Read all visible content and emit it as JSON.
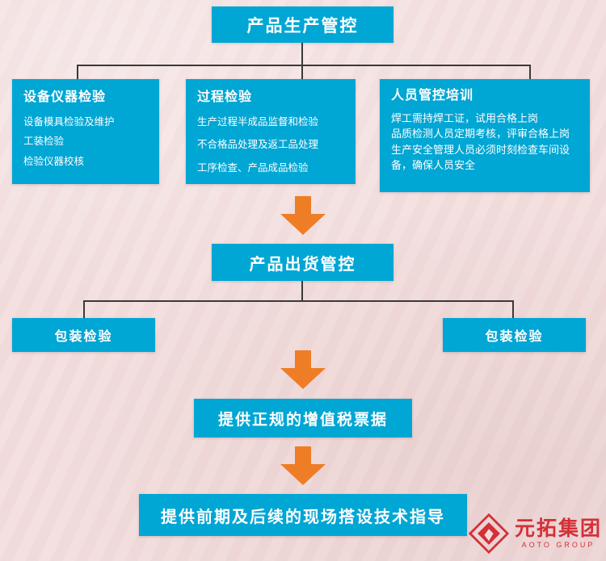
{
  "flow": {
    "top": {
      "label": "产品生产管控"
    },
    "branches": [
      {
        "title": "设备仪器检验",
        "lines": [
          "设备模具检验及维护",
          "工装检验",
          "检验仪器校核"
        ]
      },
      {
        "title": "过程检验",
        "lines": [
          "生产过程半成品监督和检验",
          "不合格品处理及返工品处理",
          "工序检查、产品成品检验"
        ]
      },
      {
        "title": "人员管控培训",
        "lines": [
          "焊工需持焊工证，试用合格上岗",
          "品质检测人员定期考核，评审合格上岗",
          "生产安全管理人员必须时刻检查车间设备，确保人员安全"
        ]
      }
    ],
    "shipping": {
      "label": "产品出货管控"
    },
    "packaging_left": {
      "label": "包装检验"
    },
    "packaging_right": {
      "label": "包装检验"
    },
    "invoice": {
      "label": "提供正规的增值税票据"
    },
    "guidance": {
      "label": "提供前期及后续的现场搭设技术指导"
    }
  },
  "logo": {
    "name": "元拓集团",
    "subtitle": "AOTO GROUP"
  },
  "colors": {
    "background": "#f3dede",
    "box": "#00a6d4",
    "arrow": "#ef7d26",
    "line": "#3a3a3a",
    "logo": "#d2232a"
  }
}
